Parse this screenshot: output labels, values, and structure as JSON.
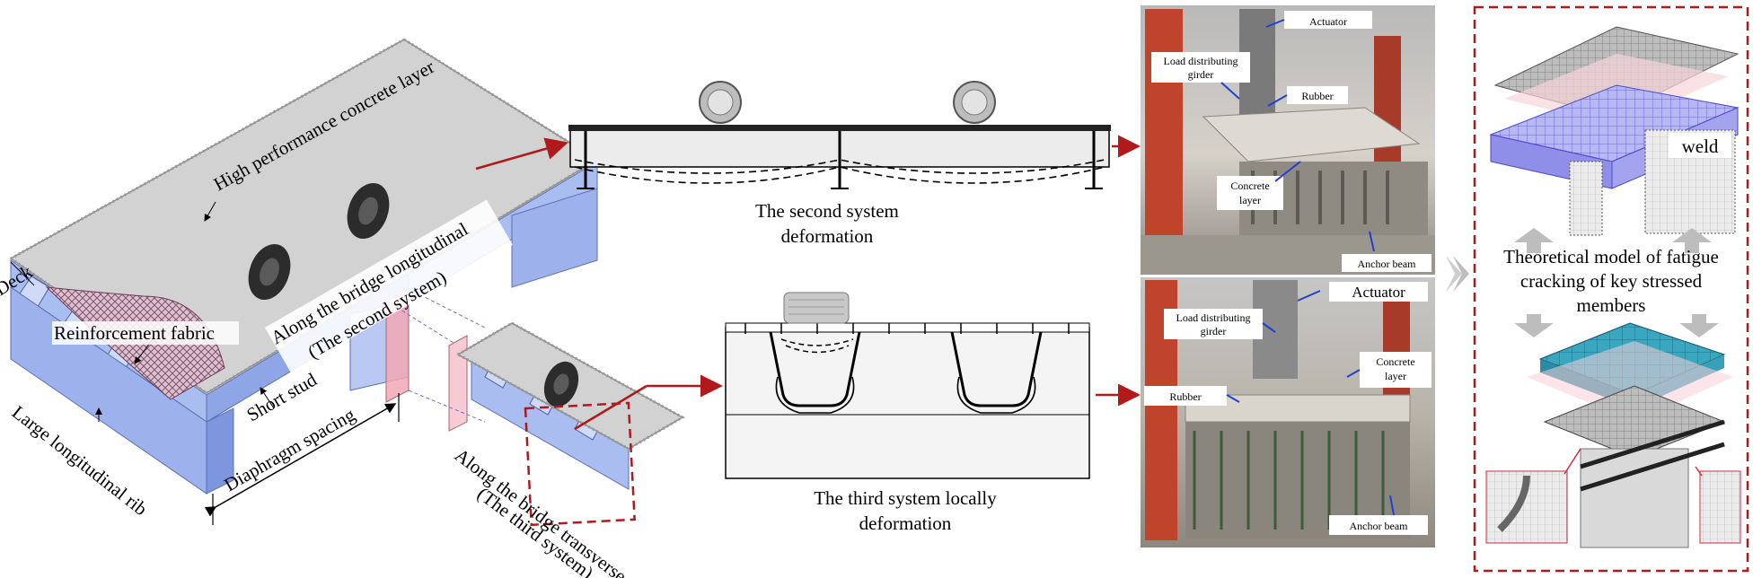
{
  "left_diagram": {
    "deck": "Deck",
    "high_performance_layer": "High performance concrete layer",
    "along_longitudinal": "Along the bridge longitudinal",
    "second_system_paren": "(The second system)",
    "reinforcement_fabric": "Reinforcement fabric",
    "short_stud": "Short stud",
    "large_longitudinal_rib": "Large longitudinal rib",
    "diaphragm_spacing": "Diaphragm spacing",
    "along_transverse": "Along the bridge transverse",
    "third_system_paren": "(The third system)"
  },
  "second_system": {
    "caption_line1": "The second system",
    "caption_line2": "deformation"
  },
  "third_system": {
    "caption_line1": "The third system locally",
    "caption_line2": "deformation"
  },
  "photo_top": {
    "actuator": "Actuator",
    "load_distributing_line1": "Load distributing",
    "load_distributing_line2": "girder",
    "rubber": "Rubber",
    "concrete_line1": "Concrete",
    "concrete_line2": "layer",
    "anchor_beam": "Anchor beam"
  },
  "photo_bottom": {
    "actuator": "Actuator",
    "load_distributing_line1": "Load distributing",
    "load_distributing_line2": "girder",
    "rubber": "Rubber",
    "concrete_line1": "Concrete",
    "concrete_line2": "layer",
    "anchor_beam": "Anchor beam"
  },
  "theory_panel": {
    "weld": "weld",
    "title_line1": "Theoretical model of fatigue",
    "title_line2": "cracking of key stressed",
    "title_line3": "members"
  },
  "colors": {
    "accent_red": "#b01a1a",
    "steel_blue": "#9fb4e8",
    "concrete_gray": "#cfcfcf",
    "mesh_blue": "#7a7ae6",
    "teal_plate": "#2f9fb8"
  }
}
